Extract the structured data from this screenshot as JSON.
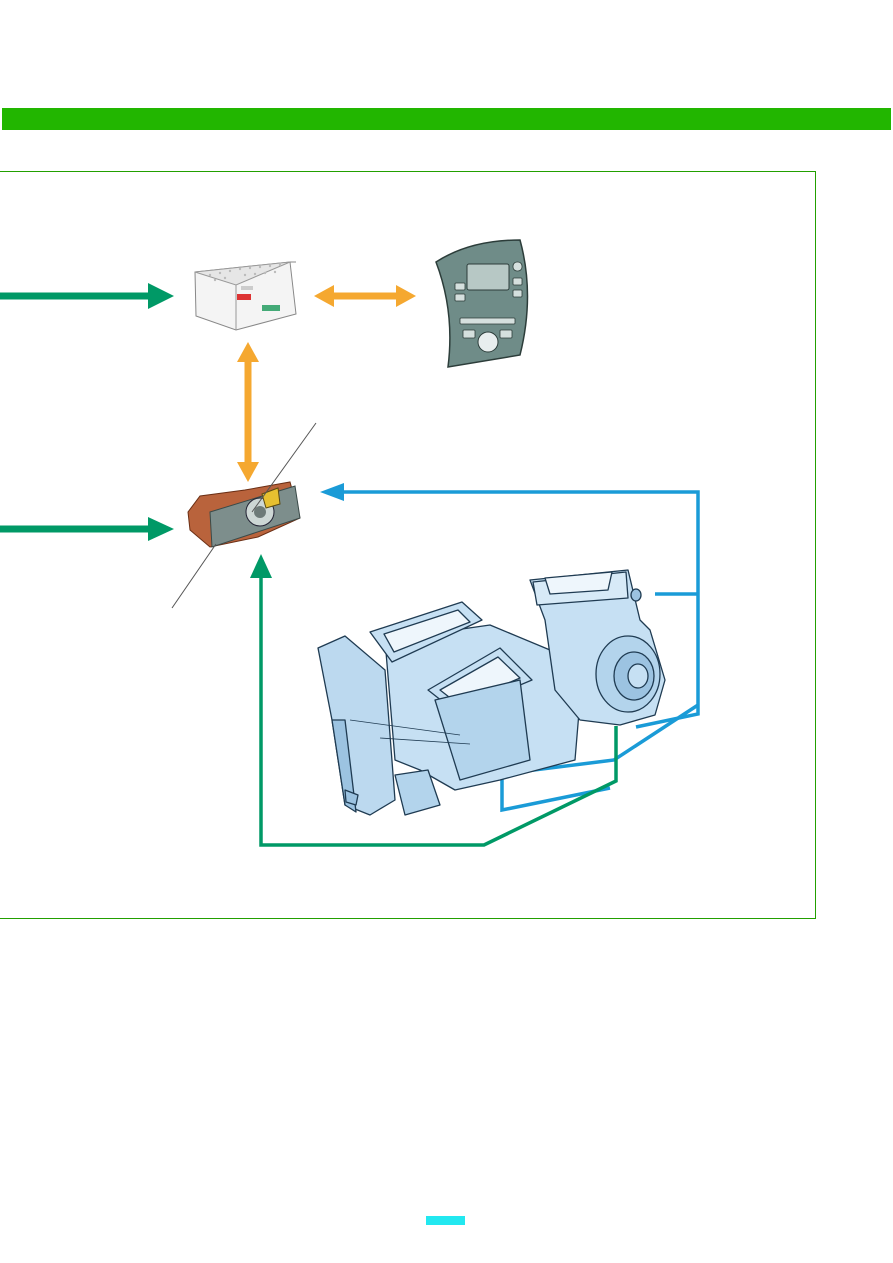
{
  "header": {
    "color": "#22b600",
    "title": ""
  },
  "diagram": {
    "nodes": [
      {
        "id": "control-unit",
        "kind": "electronic control unit module",
        "label": ""
      },
      {
        "id": "operating-panel",
        "kind": "climate / radio front operating panel",
        "label": ""
      },
      {
        "id": "temperature-sensor-actuator",
        "kind": "flap actuator with sensor",
        "label": ""
      },
      {
        "id": "heater-ac-unit",
        "kind": "heater and air-conditioning housing with blower",
        "label": ""
      }
    ],
    "connections": [
      {
        "from": "external",
        "to": "control-unit",
        "type": "input",
        "color": "#009966"
      },
      {
        "from": "control-unit",
        "to": "operating-panel",
        "type": "bidirectional",
        "color": "#f5a830"
      },
      {
        "from": "control-unit",
        "to": "temperature-sensor-actuator",
        "type": "bidirectional",
        "color": "#f5a830"
      },
      {
        "from": "external",
        "to": "temperature-sensor-actuator",
        "type": "input",
        "color": "#009966"
      },
      {
        "from": "heater-ac-unit",
        "to": "temperature-sensor-actuator",
        "type": "feedback",
        "color": "#1a9bd7"
      },
      {
        "from": "heater-ac-unit",
        "to": "temperature-sensor-actuator",
        "type": "signal",
        "color": "#009966"
      }
    ],
    "colors": {
      "green_signal": "#009966",
      "orange_bus": "#f5a830",
      "blue_feedback": "#1a9bd7",
      "component_fill": "#bcd9ef",
      "frame": "#22a000"
    }
  },
  "page_marker": {
    "color": "#22e8f0",
    "text": ""
  }
}
